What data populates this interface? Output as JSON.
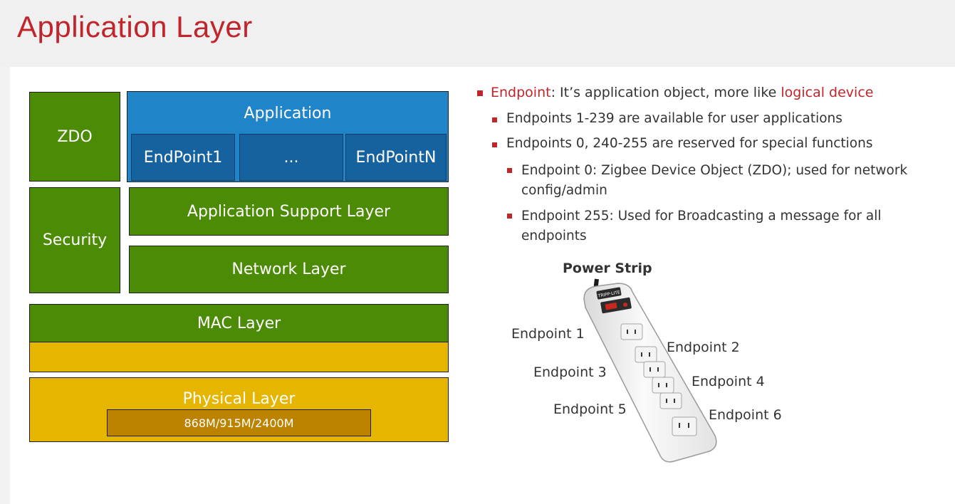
{
  "slide": {
    "title": "Application Layer"
  },
  "stack": {
    "zdo": "ZDO",
    "application": "Application",
    "endpoint1": "EndPoint1",
    "ellipsis": "...",
    "endpointN": "EndPointN",
    "security": "Security",
    "aps": "Application Support Layer",
    "network": "Network Layer",
    "mac": "MAC Layer",
    "physical": "Physical Layer",
    "frequencies": "868M/915M/2400M"
  },
  "bullets": {
    "endpoint_term": "Endpoint",
    "endpoint_text": ":  It’s application object, more like ",
    "endpoint_highlight": "logical device",
    "sub1": "Endpoints 1-239 are available for user applications",
    "sub2": "Endpoints 0, 240-255 are reserved for special functions",
    "sub2a": "Endpoint 0: Zigbee Device Object (ZDO); used for network config/admin",
    "sub2b": "Endpoint 255: Used for Broadcasting a message for all endpoints"
  },
  "power_strip": {
    "title": "Power Strip",
    "brand": "TRIPP·LITE",
    "labels": [
      "Endpoint 1",
      "Endpoint 2",
      "Endpoint 3",
      "Endpoint 4",
      "Endpoint 5",
      "Endpoint 6"
    ]
  },
  "colors": {
    "accent_red": "#c0252c",
    "layer_green": "#4c8b05",
    "application_blue": "#2084c8",
    "endpoint_blue": "#15629f",
    "physical_yellow": "#e5b500",
    "frequency_brown": "#bb8300"
  }
}
